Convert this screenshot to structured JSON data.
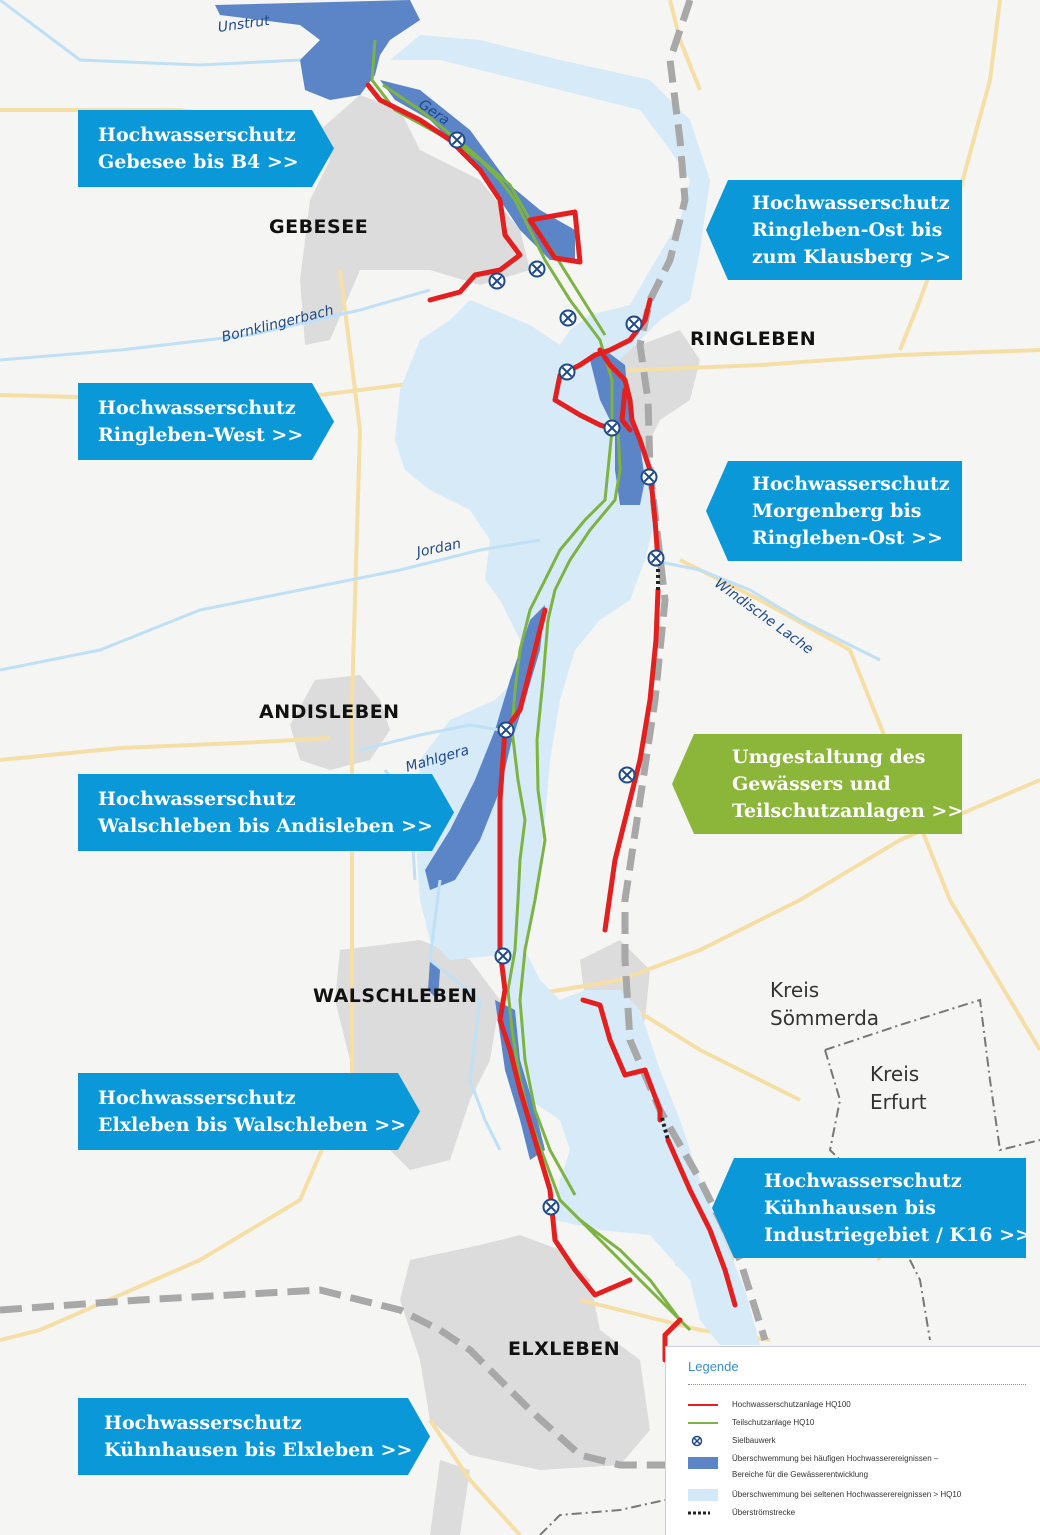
{
  "towns": {
    "gebesee": "GEBESEE",
    "ringleben": "RINGLEBEN",
    "andisleben": "ANDISLEBEN",
    "walschleben": "WALSCHLEBEN",
    "elxleben": "ELXLEBEN"
  },
  "rivers": {
    "unstrut": "Unstrut",
    "gera": "Gera",
    "bornklingerbach": "Bornklingerbach",
    "jordan": "Jordan",
    "windische_lache": "Windische Lache",
    "mahlgera": "Mahlgera"
  },
  "districts": {
    "soemmerda_1": "Kreis",
    "soemmerda_2": "Sömmerda",
    "erfurt_1": "Kreis",
    "erfurt_2": "Erfurt"
  },
  "callouts": {
    "gebesee": {
      "line1": "Hochwasserschutz",
      "line2": "Gebesee bis B4 >>"
    },
    "ringleben_ost": {
      "line1": "Hochwasserschutz",
      "line2": "Ringleben-Ost bis",
      "line3": "zum Klausberg >>"
    },
    "ringleben_west": {
      "line1": "Hochwasserschutz",
      "line2": "Ringleben-West >>"
    },
    "morgenberg": {
      "line1": "Hochwasserschutz",
      "line2": "Morgenberg bis",
      "line3": "Ringleben-Ost >>"
    },
    "umgestaltung": {
      "line1": "Umgestaltung des",
      "line2": "Gewässers und",
      "line3": "Teilschutzanlagen >>"
    },
    "walschleben": {
      "line1": "Hochwasserschutz",
      "line2": "Walschleben bis Andisleben >>"
    },
    "elxleben": {
      "line1": "Hochwasserschutz",
      "line2": "Elxleben bis Walschleben >>"
    },
    "kuehnhausen_industrie": {
      "line1": "Hochwasserschutz",
      "line2": "Kühnhausen bis",
      "line3": "Industriegebiet / K16 >>"
    },
    "kuehnhausen_elxleben": {
      "line1": "Hochwasserschutz",
      "line2": "Kühnhausen bis Elxleben >>"
    }
  },
  "legend": {
    "title": "Legende",
    "items": [
      {
        "label": "Hochwasserschutzanlage HQ100",
        "color": "#e3201f"
      },
      {
        "label": "Teilschutzanlage HQ10",
        "color": "#7cb342"
      },
      {
        "label": "Sielbauwerk",
        "icon": "sluice-icon"
      },
      {
        "label": "Überschwemmung bei häufigen Hochwasserereignissen –",
        "label2": "Bereiche für die Gewässerentwicklung",
        "color": "#5b85c6"
      },
      {
        "label": "Überschwemmung bei seltenen Hochwasserereignissen > HQ10",
        "color": "#d4e8f8"
      },
      {
        "label": "Überströmstrecke",
        "color": "#222222"
      }
    ]
  },
  "colors": {
    "flood_rare": "#d6eaf8",
    "flood_frequent": "#5b85c6",
    "dam_hq100": "#e3201f",
    "dam_hq10": "#7cb342",
    "road": "#f6dfa6",
    "settlement": "#dcdcdc",
    "rail": "#a8a8a8",
    "callout_blue": "#0a98d8",
    "callout_green": "#8cb63a"
  }
}
